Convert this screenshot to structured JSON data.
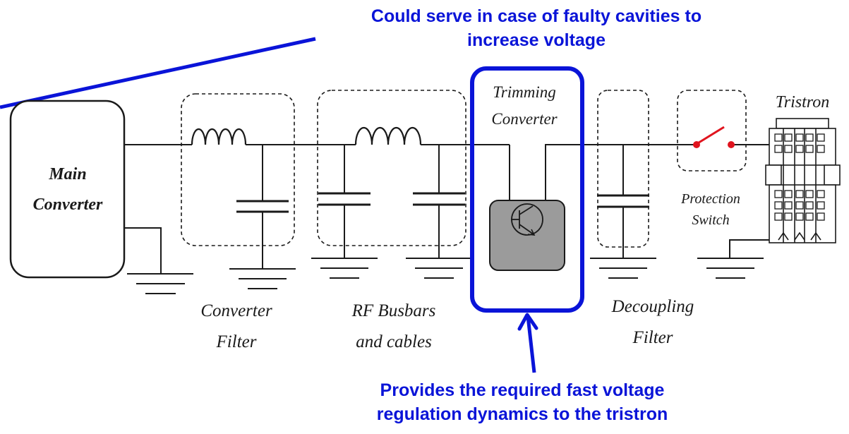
{
  "colors": {
    "accent": "#0a14d8",
    "line": "#1a1a1a",
    "converter_fill": "#9b9b9b",
    "switch_red": "#e0141e"
  },
  "callouts": {
    "top_line1": "Could serve in case of faulty cavities to",
    "top_line2": "increase voltage",
    "bottom_line1": "Provides the required fast voltage",
    "bottom_line2": "regulation dynamics to the tristron"
  },
  "blocks": {
    "main_converter": {
      "line1": "Main",
      "line2": "Converter"
    },
    "converter_filter": {
      "line1": "Converter",
      "line2": "Filter"
    },
    "rf_busbars": {
      "line1": "RF Busbars",
      "line2": "and cables"
    },
    "trimming_converter": {
      "line1": "Trimming",
      "line2": "Converter"
    },
    "decoupling_filter": {
      "line1": "Decoupling",
      "line2": "Filter"
    },
    "protection_switch": {
      "line1": "Protection",
      "line2": "Switch"
    },
    "tristron": {
      "label": "Tristron"
    }
  }
}
